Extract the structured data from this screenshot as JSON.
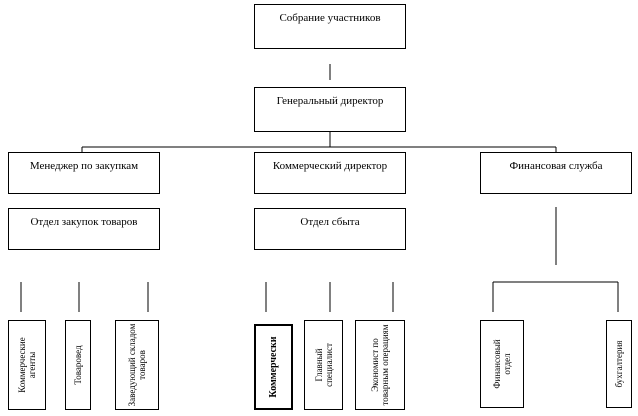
{
  "diagram": {
    "top": {
      "meeting": "Собрание участников",
      "director": "Генеральный директор"
    },
    "managers": {
      "procurement": "Менеджер по закупкам",
      "commercial": "Коммерческий директор",
      "finance": "Финансовая служба"
    },
    "departments": {
      "procurement_dept": "Отдел закупок товаров",
      "sales_dept": "Отдел сбыта"
    },
    "staff": {
      "agents": "Коммерческие агенты",
      "merchandiser": "Товаровед",
      "warehouse_head": "Заведующий складом товаров",
      "commercial": "Коммерчески",
      "chief_specialist": "Главный специалист",
      "economist": "Экономист по товарным операциям",
      "finance_dept": "Финансовый отдел",
      "accounting": "бухгалтерия"
    }
  }
}
